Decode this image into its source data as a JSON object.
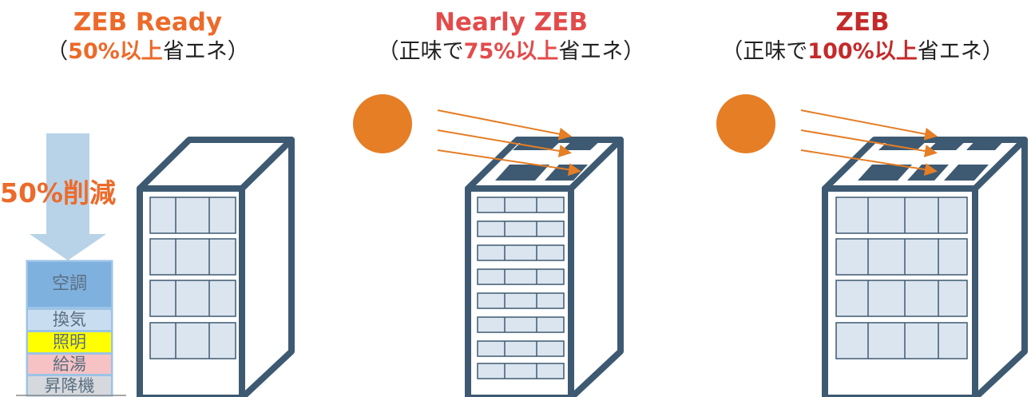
{
  "colors": {
    "orange": "#ec6a2a",
    "red": "#e34b4b",
    "dark_red": "#c42a2a",
    "sun": "#e57e25",
    "building_frame": "#3e5a72",
    "window_fill": "#dbe5ef",
    "solar_panel": "#3e5a72",
    "arrow_down": "#b8d3e8"
  },
  "panels": [
    {
      "title": "ZEB Ready",
      "subtitle": {
        "open": "（",
        "prefix": "",
        "highlight": "50%以上",
        "suffix": "省エネ）"
      }
    },
    {
      "title": "Nearly ZEB",
      "subtitle": {
        "open": "（",
        "prefix": "正味で",
        "highlight": "75%以上",
        "suffix": "省エネ）"
      }
    },
    {
      "title": "ZEB",
      "subtitle": {
        "open": "（",
        "prefix": "正味で",
        "highlight": "100%以上",
        "suffix": "省エネ）"
      }
    }
  ],
  "reduction_label": "50%削減",
  "energy_stack": [
    "空調",
    "換気",
    "照明",
    "給湯",
    "昇降機"
  ],
  "icons": [
    "sun-icon",
    "solar-panel-icon",
    "building-icon",
    "down-arrow-icon"
  ]
}
